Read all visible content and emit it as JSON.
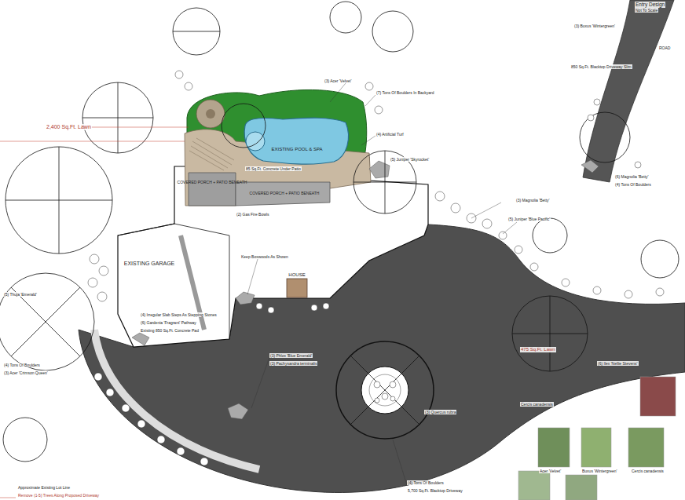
{
  "diagram": {
    "nodes": [
      {
        "text": [
          "EXISTING POOL & SPA"
        ]
      },
      {
        "text": [
          "COVERED PORCH + PATIO BENEATH"
        ]
      },
      {
        "text": [
          "COVERED PORCH + PATIO BENEATH"
        ]
      },
      {
        "text": [
          "EXISTING GARAGE"
        ]
      },
      {
        "text": [
          "HOUSE"
        ]
      }
    ],
    "labels": [
      "2,400 Sq.Ft. Lawn",
      "475 Sq.Ft. Lawn",
      "Entry Design",
      "Not To Scale",
      "ROAD",
      "850 Sq.Ft. Blacktop Driveway Slim",
      "(3) Buxus 'Wintergreen'",
      "(6) Magnolia 'Betty'",
      "(4) Tons Of Boulders",
      "(3) Acer 'Velvet'",
      "(7) Tons Of Boulders In Backyard",
      "(4) Artificial Turf",
      "(5) Juniper 'Blue Pacific'",
      "(5) Thuja 'Emerald'",
      "Keep Boxwoods As Shown",
      "(4) Irregular Slab Steps As Stepping Stones",
      "(6) Gardenia 'Fragrant' Pathway",
      "Existing 850 Sq.Ft. Concrete Pad",
      "(3) Phlox 'Blue Emerald'",
      "(3) Pachysandra terminalis",
      "(4) Tons Of Boulders",
      "5,700 Sq.Ft. Blacktop Driveway",
      "Acer 'Velvet'",
      "Buxus 'Wintergreen'",
      "Cercis canadensis",
      "85 Sq.Ft. Concrete Under Patio",
      "(2) Gas Fire Bowls",
      "(5) Juniper 'Skyrocket'",
      "(4) Tons Of Boulders",
      "(3) Acer 'Crimson Queen'",
      "Remove (1-5) Trees Along Proposed Driveway",
      "Approximate Existing Lot Line",
      "(3) Magnolia 'Betty'",
      "(6) Ilex 'Nellie Stevens'",
      "Cercis canadensis",
      "(3) Quercus rubra"
    ]
  }
}
